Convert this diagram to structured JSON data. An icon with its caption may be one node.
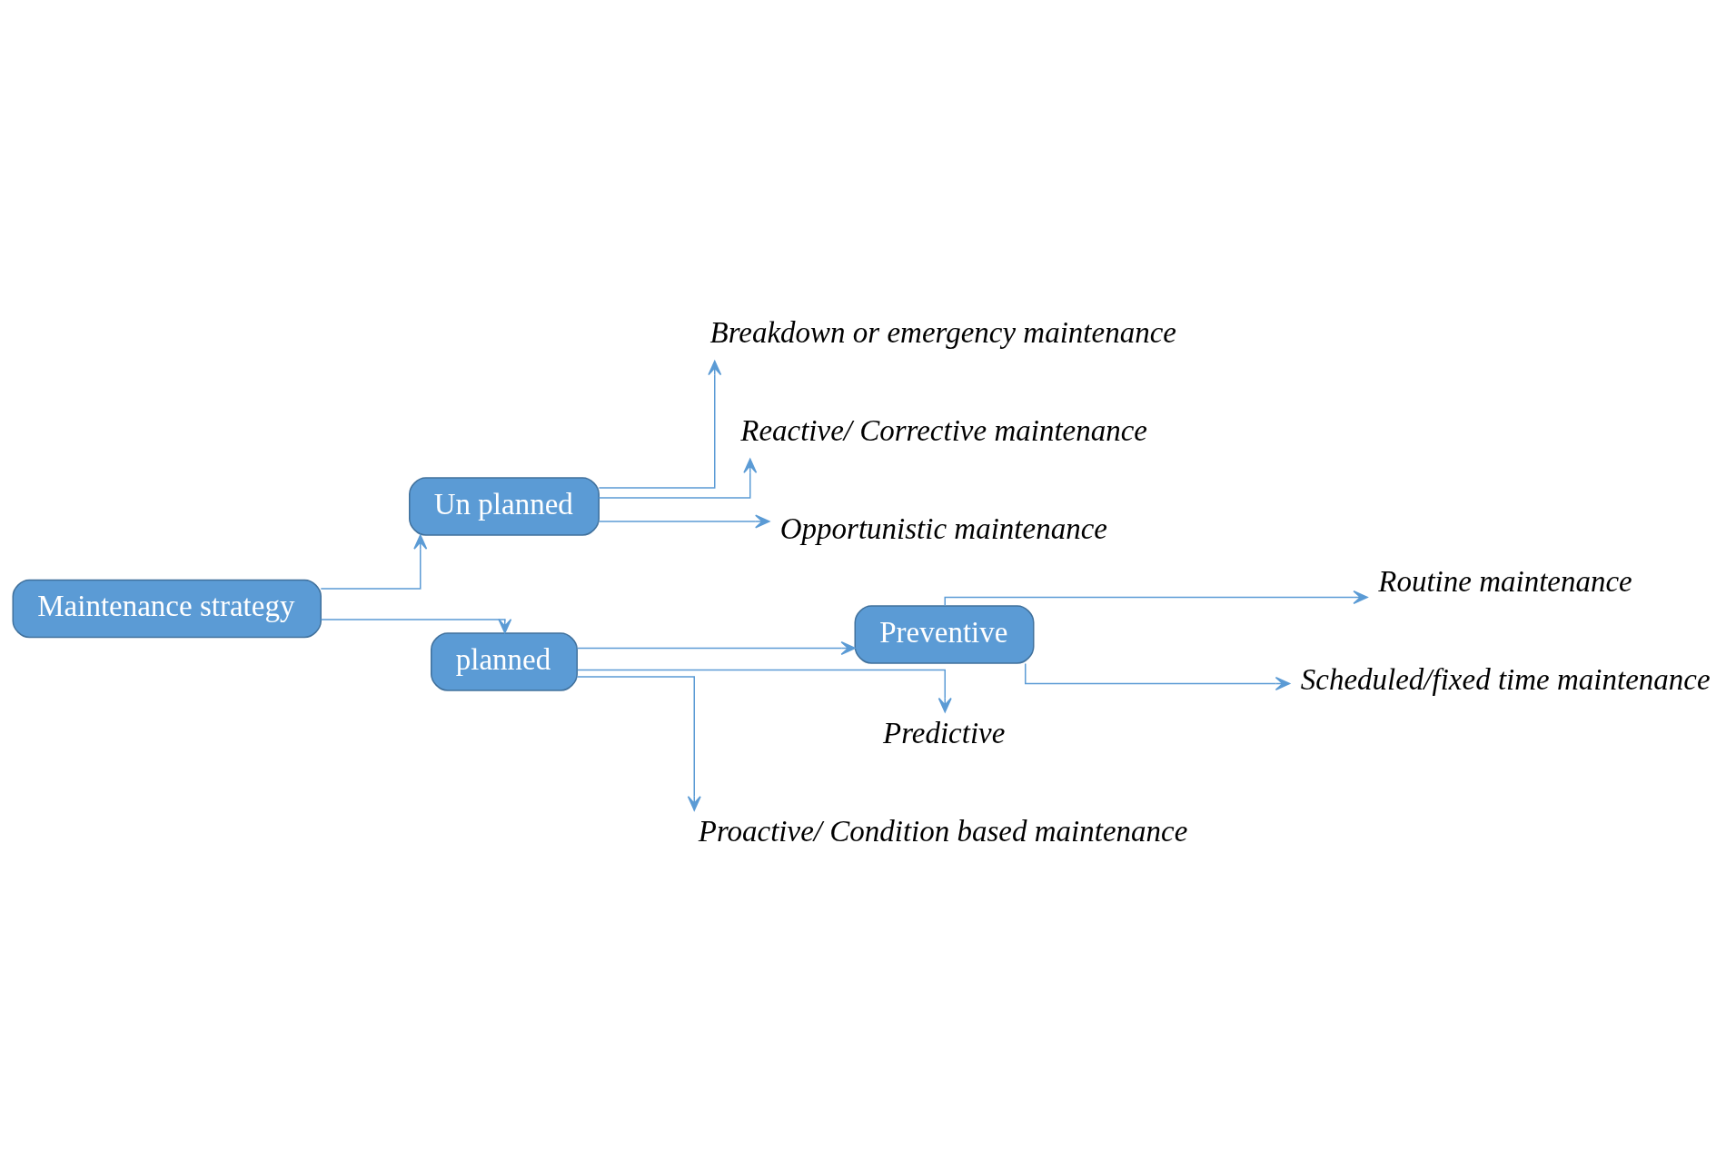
{
  "diagram": {
    "nodes": [
      {
        "text": [
          "Maintenance strategy"
        ]
      },
      {
        "text": [
          "Un planned"
        ]
      },
      {
        "text": [
          "planned"
        ]
      },
      {
        "text": [
          "Breakdown or emergency maintenance"
        ]
      },
      {
        "text": [
          "Reactive/ Corrective maintenance"
        ]
      },
      {
        "text": [
          "Opportunistic maintenance"
        ]
      },
      {
        "text": [
          "Preventive"
        ]
      },
      {
        "text": [
          "Predictive"
        ]
      },
      {
        "text": [
          "Proactive/ Condition based maintenance"
        ]
      },
      {
        "text": [
          "Routine maintenance"
        ]
      },
      {
        "text": [
          "Scheduled/fixed time maintenance"
        ]
      }
    ],
    "edges": [
      {
        "from": 0,
        "to": 1,
        "arrow": "to"
      },
      {
        "from": 0,
        "to": 2,
        "arrow": "to"
      },
      {
        "from": 1,
        "to": 3,
        "arrow": "to"
      },
      {
        "from": 1,
        "to": 4,
        "arrow": "to"
      },
      {
        "from": 1,
        "to": 5,
        "arrow": "to"
      },
      {
        "from": 2,
        "to": 6,
        "arrow": "to"
      },
      {
        "from": 2,
        "to": 7,
        "arrow": "to"
      },
      {
        "from": 2,
        "to": 8,
        "arrow": "to"
      },
      {
        "from": 6,
        "to": 9,
        "arrow": "to"
      },
      {
        "from": 6,
        "to": 10,
        "arrow": "to"
      }
    ]
  }
}
